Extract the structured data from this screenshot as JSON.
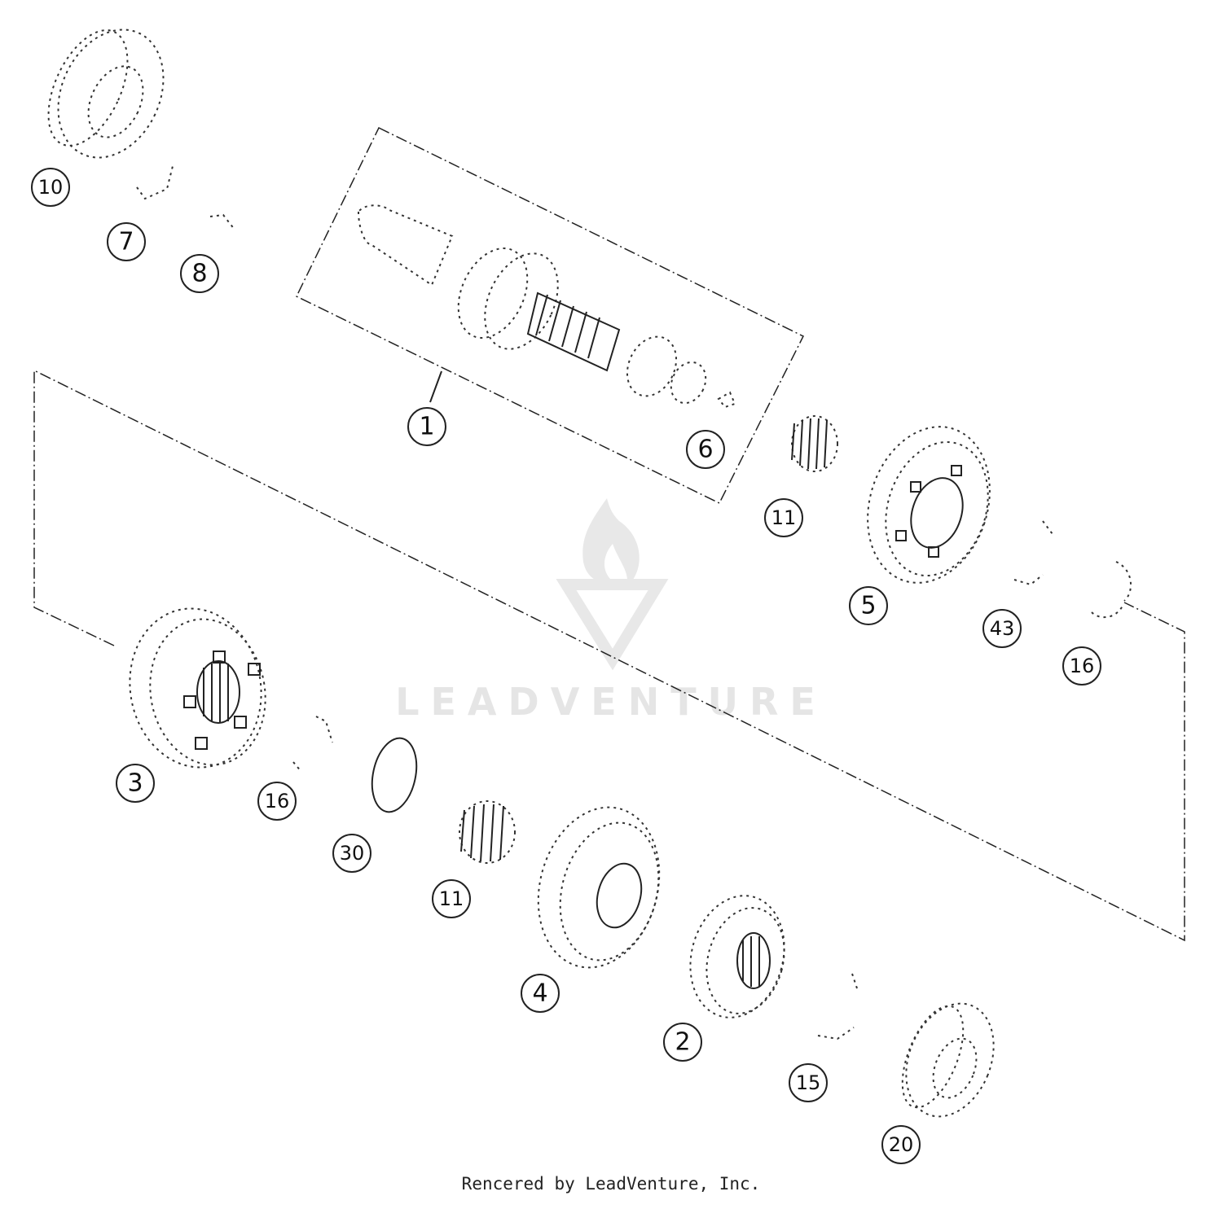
{
  "diagram": {
    "callouts": [
      {
        "id": "callout-1",
        "label": "1"
      },
      {
        "id": "callout-2",
        "label": "2"
      },
      {
        "id": "callout-3",
        "label": "3"
      },
      {
        "id": "callout-4",
        "label": "4"
      },
      {
        "id": "callout-5",
        "label": "5"
      },
      {
        "id": "callout-6",
        "label": "6"
      },
      {
        "id": "callout-7",
        "label": "7"
      },
      {
        "id": "callout-8",
        "label": "8"
      },
      {
        "id": "callout-10",
        "label": "10"
      },
      {
        "id": "callout-11a",
        "label": "11"
      },
      {
        "id": "callout-11b",
        "label": "11"
      },
      {
        "id": "callout-15",
        "label": "15"
      },
      {
        "id": "callout-16a",
        "label": "16"
      },
      {
        "id": "callout-16b",
        "label": "16"
      },
      {
        "id": "callout-20",
        "label": "20"
      },
      {
        "id": "callout-30",
        "label": "30"
      },
      {
        "id": "callout-43",
        "label": "43"
      }
    ],
    "watermark": "LEADVENTURE",
    "credit": "Rencered by LeadVenture, Inc."
  }
}
